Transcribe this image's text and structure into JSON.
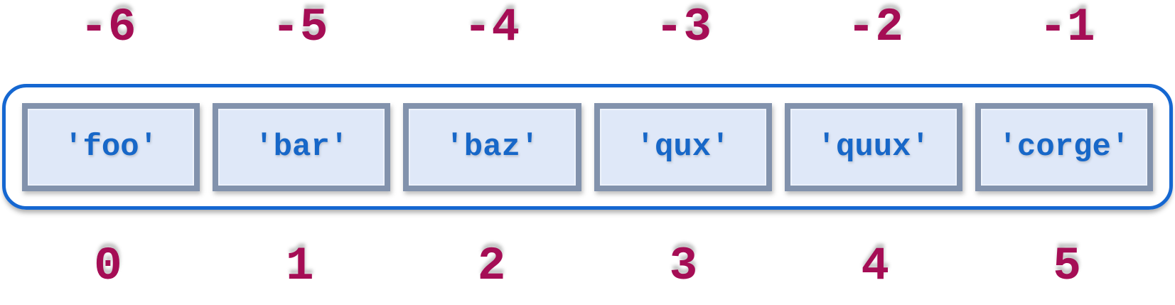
{
  "figure": {
    "description": "Python list indexing diagram showing a six-element list with negative indices above and positive indices below",
    "list_values": [
      "'foo'",
      "'bar'",
      "'baz'",
      "'qux'",
      "'quux'",
      "'corge'"
    ],
    "negative_indices": [
      "-6",
      "-5",
      "-4",
      "-3",
      "-2",
      "-1"
    ],
    "positive_indices": [
      "0",
      "1",
      "2",
      "3",
      "4",
      "5"
    ],
    "colors": {
      "index_text": "#a50d55",
      "value_text": "#1767c8",
      "cell_fill": "#dfe8f8",
      "cell_border": "#8292ac",
      "container_border": "#1567d1",
      "background": "#ffffff"
    }
  }
}
